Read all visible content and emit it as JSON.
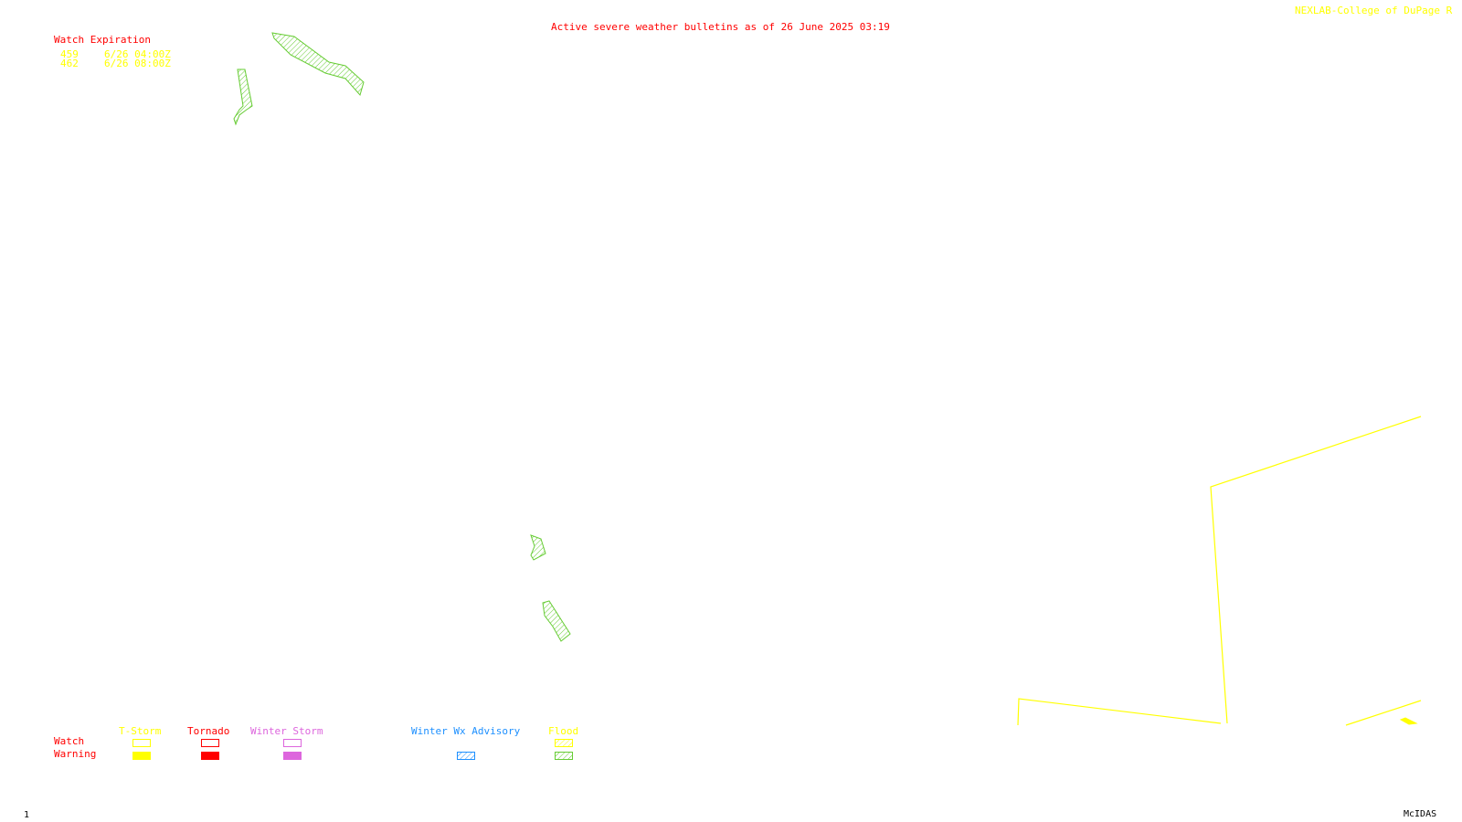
{
  "header": {
    "bulletin_title": "Active severe weather bulletins as of 26 June 2025 03:19",
    "credit": "NEXLAB-College of DuPage R"
  },
  "watch_expiration": {
    "heading": "Watch Expiration",
    "rows": [
      {
        "number": "459",
        "expires": "6/26 04:00Z"
      },
      {
        "number": "462",
        "expires": "6/26 08:00Z"
      }
    ]
  },
  "legend": {
    "row_labels": {
      "watch": "Watch",
      "warning": "Warning"
    },
    "columns": [
      {
        "label": "T-Storm",
        "color": "#ffff00",
        "watch_style": "outline",
        "warning_style": "solid"
      },
      {
        "label": "Tornado",
        "color": "#ff0000",
        "watch_style": "outline",
        "warning_style": "solid"
      },
      {
        "label": "Winter Storm",
        "color": "#dd66dd",
        "watch_style": "outline",
        "warning_style": "solid"
      },
      {
        "label": "Winter Wx Advisory",
        "color": "#1e90ff",
        "watch_style": "none",
        "warning_style": "hatched"
      },
      {
        "label": "Flood",
        "color": "#ffff00",
        "watch_style": "hatched",
        "warning_style": "hatched",
        "warning_color": "#66cc33"
      }
    ]
  },
  "map": {
    "flood_warning_color": "#66cc33",
    "watch_outline_color": "#ffff00",
    "flood_warning_count": 4
  },
  "footer": {
    "frame_number": "1",
    "software": "McIDAS"
  },
  "colors": {
    "title": "#ff0000",
    "credit": "#ffff00",
    "watch_rows": "#ffff00",
    "legend_row_labels": "#ff0000",
    "footer_text": "#000000"
  }
}
